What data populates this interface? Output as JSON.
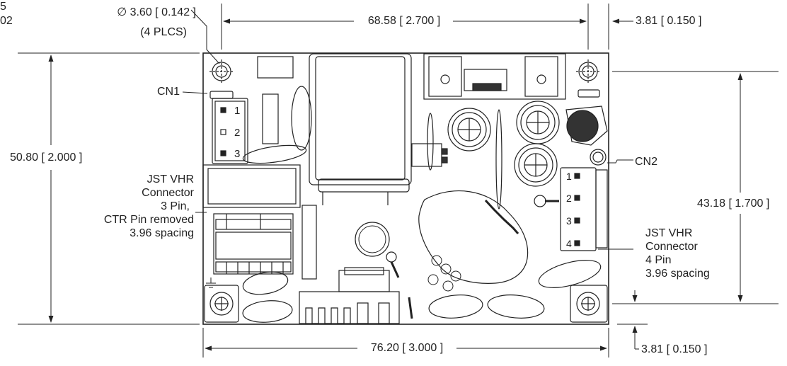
{
  "header": {
    "fragment_line1": "5",
    "fragment_line2": "02"
  },
  "dimensions": {
    "hole_dia": "∅ 3.60 [ 0.142 ]",
    "hole_count": "(4 PLCS)",
    "hole_span": "68.58 [ 2.700 ]",
    "top_right_offset": "3.81 [ 0.150 ]",
    "height": "50.80 [ 2.000 ]",
    "hole_height": "43.18 [ 1.700 ]",
    "width": "76.20 [ 3.000 ]",
    "bottom_right_offset": "3.81 [ 0.150 ]"
  },
  "connectors": {
    "cn1": {
      "label": "CN1",
      "pins": [
        "1",
        "2",
        "3"
      ],
      "note_lines": [
        "JST VHR",
        "Connector",
        "3 Pin,",
        "CTR Pin removed",
        "3.96 spacing"
      ]
    },
    "cn2": {
      "label": "CN2",
      "pins": [
        "1",
        "2",
        "3",
        "4"
      ],
      "note_lines": [
        "JST VHR",
        "Connector",
        "4 Pin",
        "3.96 spacing"
      ]
    }
  },
  "colors": {
    "line": "#222222",
    "board": "#ffffff",
    "component_dark": "#333333"
  }
}
